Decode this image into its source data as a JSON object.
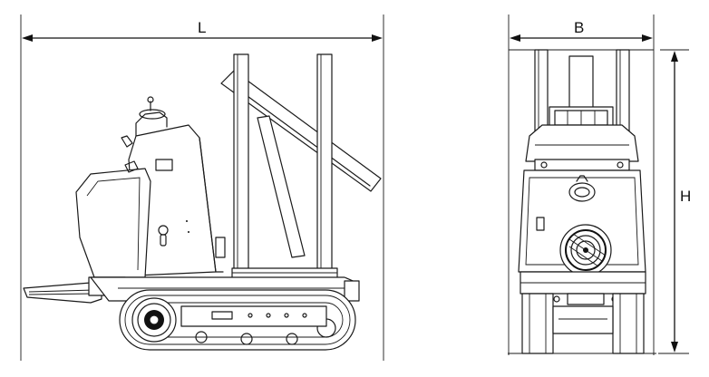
{
  "dimensions": {
    "length_label": "L",
    "width_label": "B",
    "height_label": "H"
  },
  "views": [
    "side-view",
    "front-view"
  ]
}
